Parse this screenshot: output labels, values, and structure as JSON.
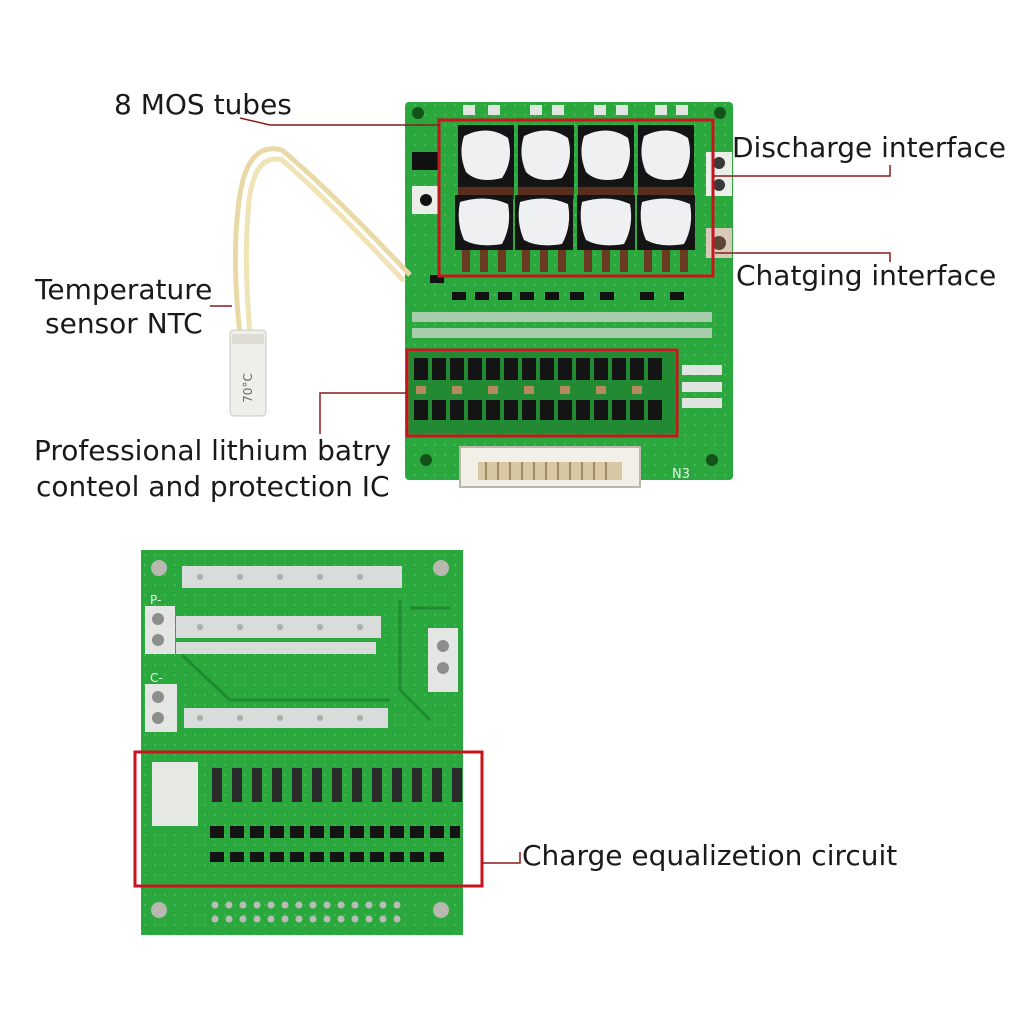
{
  "labels": {
    "mos_tubes": "8 MOS tubes",
    "discharge": "Discharge interface",
    "charging": "Chatging interface",
    "temp_line1": "Temperature",
    "temp_line2": "sensor NTC",
    "ic_line1": "Professional lithium batry",
    "ic_line2": "conteol and protection IC",
    "equalization": "Charge equalizetion circuit"
  },
  "board_markings": {
    "ntc_text": "70°C",
    "connector_label": "N3",
    "p_label": "P-",
    "c_label": "C-"
  },
  "colors": {
    "pcb_green": "#29a83c",
    "pcb_dark": "#1d7f2c",
    "highlight_red": "#c8141e",
    "leader_line": "#8b1a1a"
  }
}
